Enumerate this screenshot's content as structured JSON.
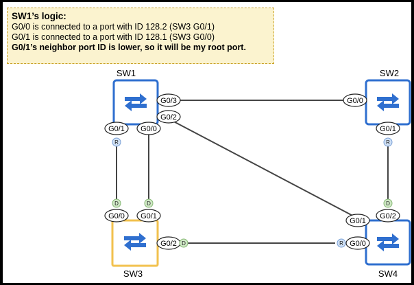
{
  "note": {
    "title": "SW1’s logic:",
    "line1": "G0/0 is connected to a port with ID 128.2 (SW3 G0/1)",
    "line2": "G0/1 is connected to a port with ID 128.1 (SW3 G0/0)",
    "line3": "G0/1’s neighbor port ID is lower, so it will be my root port."
  },
  "switches": {
    "sw1": "SW1",
    "sw2": "SW2",
    "sw3": "SW3",
    "sw4": "SW4"
  },
  "ports": {
    "sw1_g03": "G0/3",
    "sw1_g02": "G0/2",
    "sw1_g01": "G0/1",
    "sw1_g00": "G0/0",
    "sw2_g00": "G0/0",
    "sw2_g01": "G0/1",
    "sw3_g00": "G0/0",
    "sw3_g01": "G0/1",
    "sw3_g02": "G0/2",
    "sw4_g01": "G0/1",
    "sw4_g02": "G0/2",
    "sw4_g00": "G0/0"
  },
  "roles": {
    "sw1_g01": "R",
    "sw2_g01": "R",
    "sw3_g00": "D",
    "sw3_g01": "D",
    "sw3_g02": "D",
    "sw4_g02": "D",
    "sw4_g00": "R"
  },
  "colors": {
    "switch_border": "#2f6fcf",
    "root_bridge_border": "#f2c14e",
    "switch_icon": "#2f6fcf",
    "note_bg": "#fbf3cf",
    "note_border": "#c9a227",
    "root_port_fill": "#cfe0f5",
    "designated_port_fill": "#cfe8c5"
  }
}
